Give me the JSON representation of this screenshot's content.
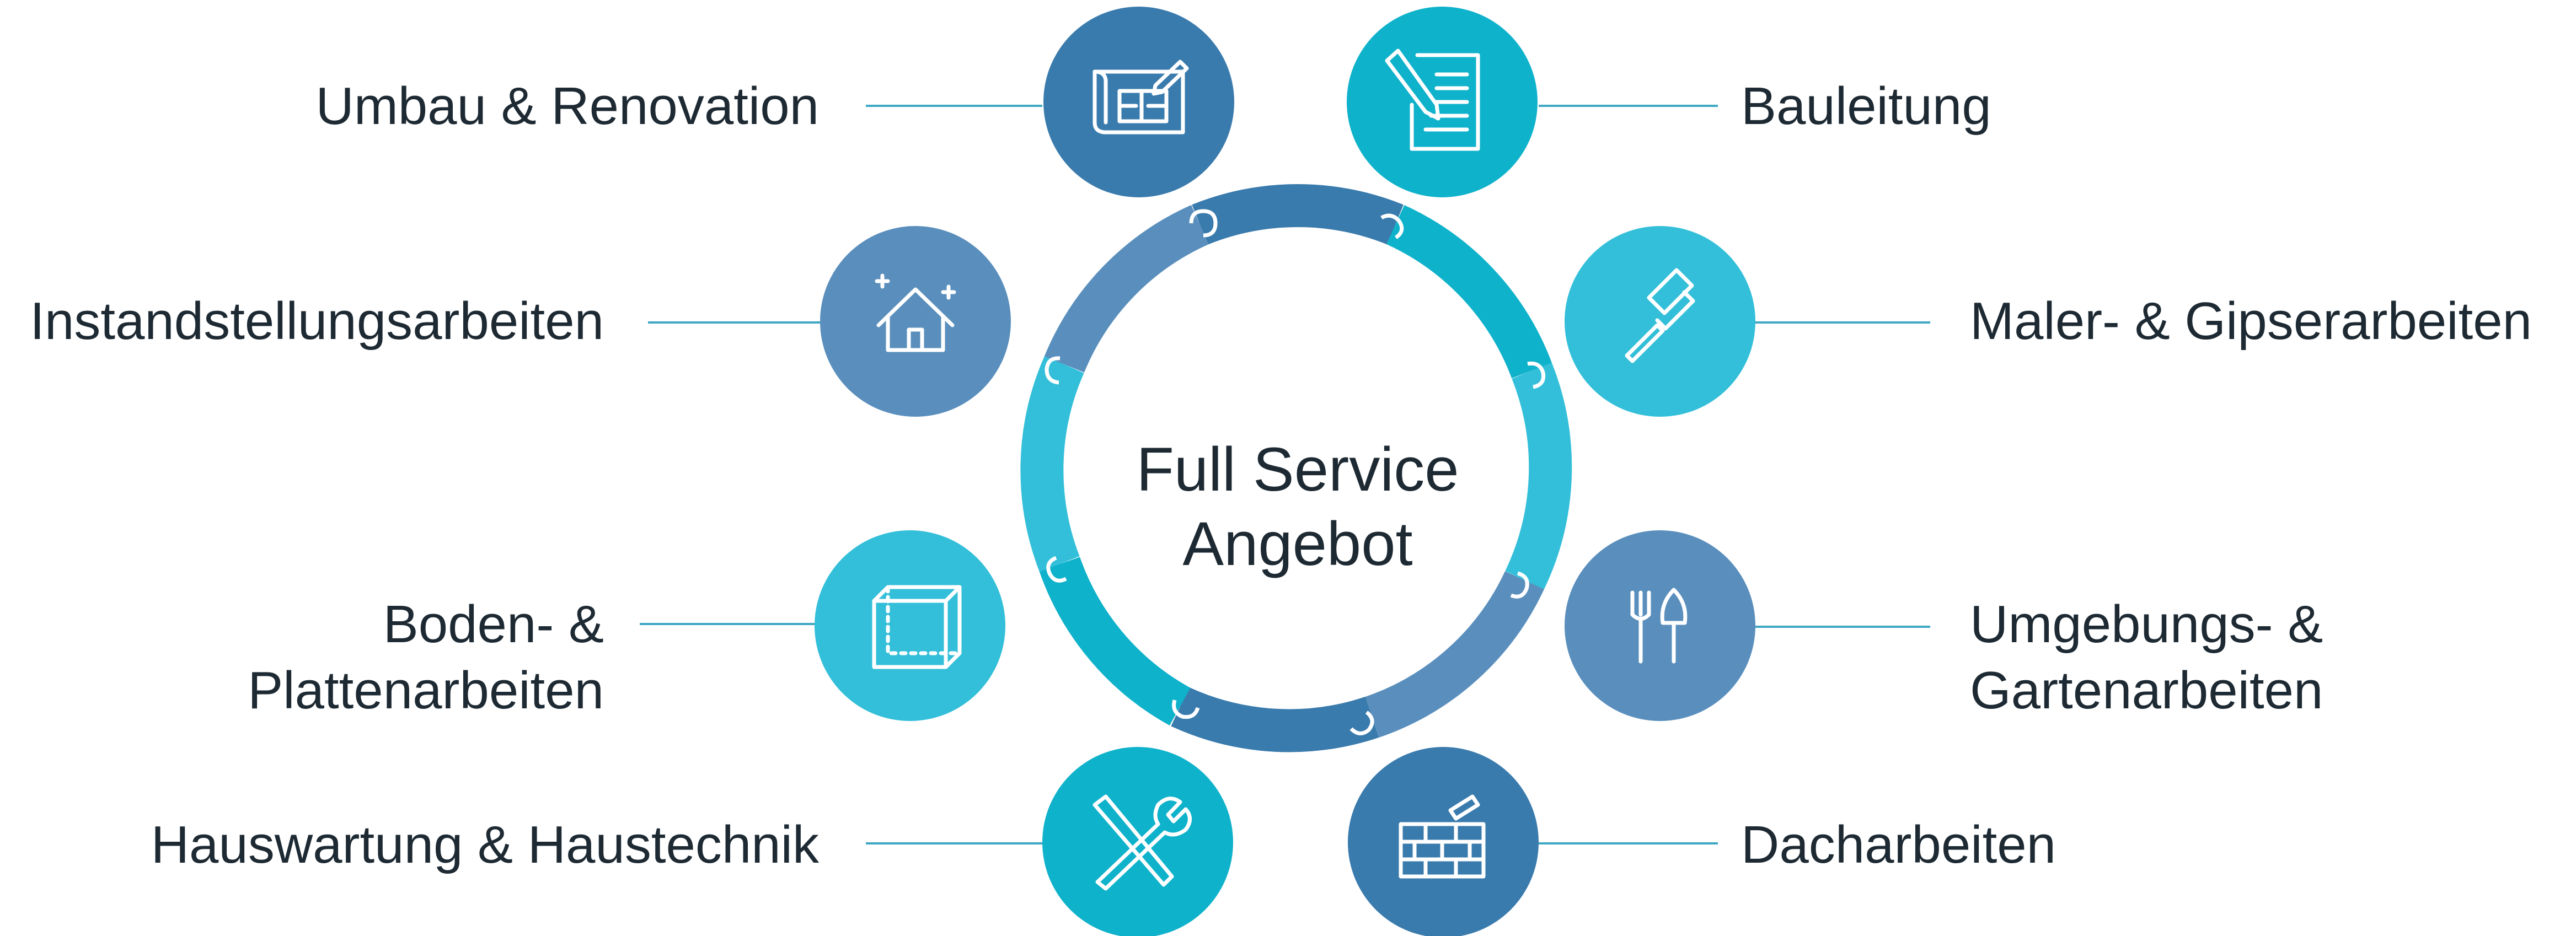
{
  "center": {
    "line1": "Full Service",
    "line2": "Angebot"
  },
  "colors": {
    "dark_blue": "#3a7bad",
    "steel_blue": "#5a8fbd",
    "teal": "#0fb2cb",
    "light_cyan": "#33bfd9",
    "connector": "#3fa8c4",
    "text": "#1e2a33"
  },
  "services": [
    {
      "label": "Umbau & Renovation",
      "icon": "blueprint-icon",
      "color": "#3a7bad"
    },
    {
      "label": "Bauleitung",
      "icon": "document-pencil-icon",
      "color": "#0fb2cb"
    },
    {
      "label": "Instandstellungsarbeiten",
      "icon": "sparkling-house-icon",
      "color": "#5a8fbd"
    },
    {
      "label": "Maler- & Gipserarbeiten",
      "icon": "paint-roller-icon",
      "color": "#33bfd9"
    },
    {
      "label_line1": "Boden- &",
      "label_line2": "Plattenarbeiten",
      "icon": "floor-tile-icon",
      "color": "#33bfd9"
    },
    {
      "label_line1": "Umgebungs- &",
      "label_line2": "Gartenarbeiten",
      "icon": "garden-tools-icon",
      "color": "#5a8fbd"
    },
    {
      "label": "Hauswartung & Haustechnik",
      "icon": "wrench-screwdriver-icon",
      "color": "#0fb2cb"
    },
    {
      "label": "Dacharbeiten",
      "icon": "brick-wall-icon",
      "color": "#3a7bad"
    }
  ]
}
